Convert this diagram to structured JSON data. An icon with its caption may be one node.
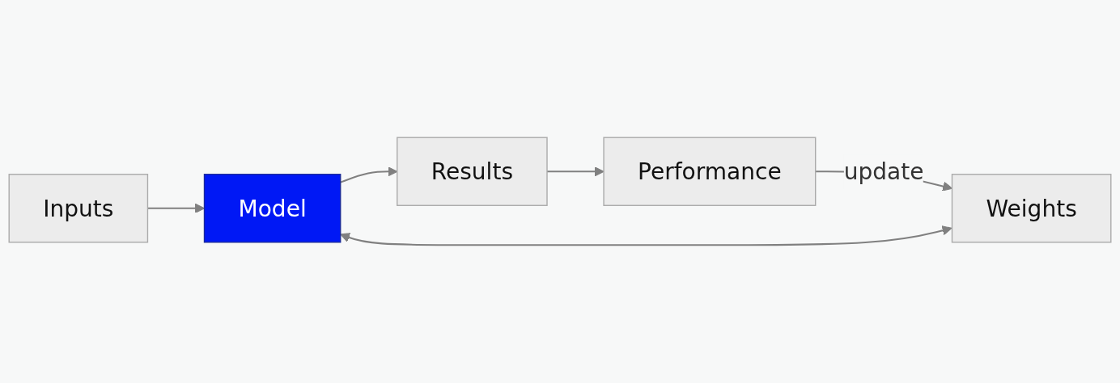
{
  "diagram": {
    "nodes": [
      {
        "text": [
          "Inputs"
        ]
      },
      {
        "text": [
          "Model"
        ]
      },
      {
        "text": [
          "Results"
        ]
      },
      {
        "text": [
          "Weights"
        ]
      },
      {
        "text": [
          "Performance"
        ]
      }
    ],
    "edges": [
      {
        "from": 0,
        "to": 1,
        "arrow": "to"
      },
      {
        "from": 1,
        "to": 2,
        "arrow": "to"
      },
      {
        "from": 2,
        "to": 4,
        "arrow": "to"
      },
      {
        "from": 3,
        "to": 1,
        "arrow": "both"
      },
      {
        "from": 4,
        "to": 3,
        "arrow": "to",
        "label": "update"
      }
    ]
  }
}
